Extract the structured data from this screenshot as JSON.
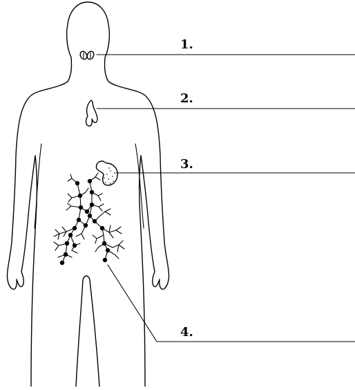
{
  "diagram": {
    "labels": [
      "1.",
      "2.",
      "3.",
      "4."
    ],
    "colors": {
      "line": "#000000",
      "background": "#ffffff"
    }
  }
}
